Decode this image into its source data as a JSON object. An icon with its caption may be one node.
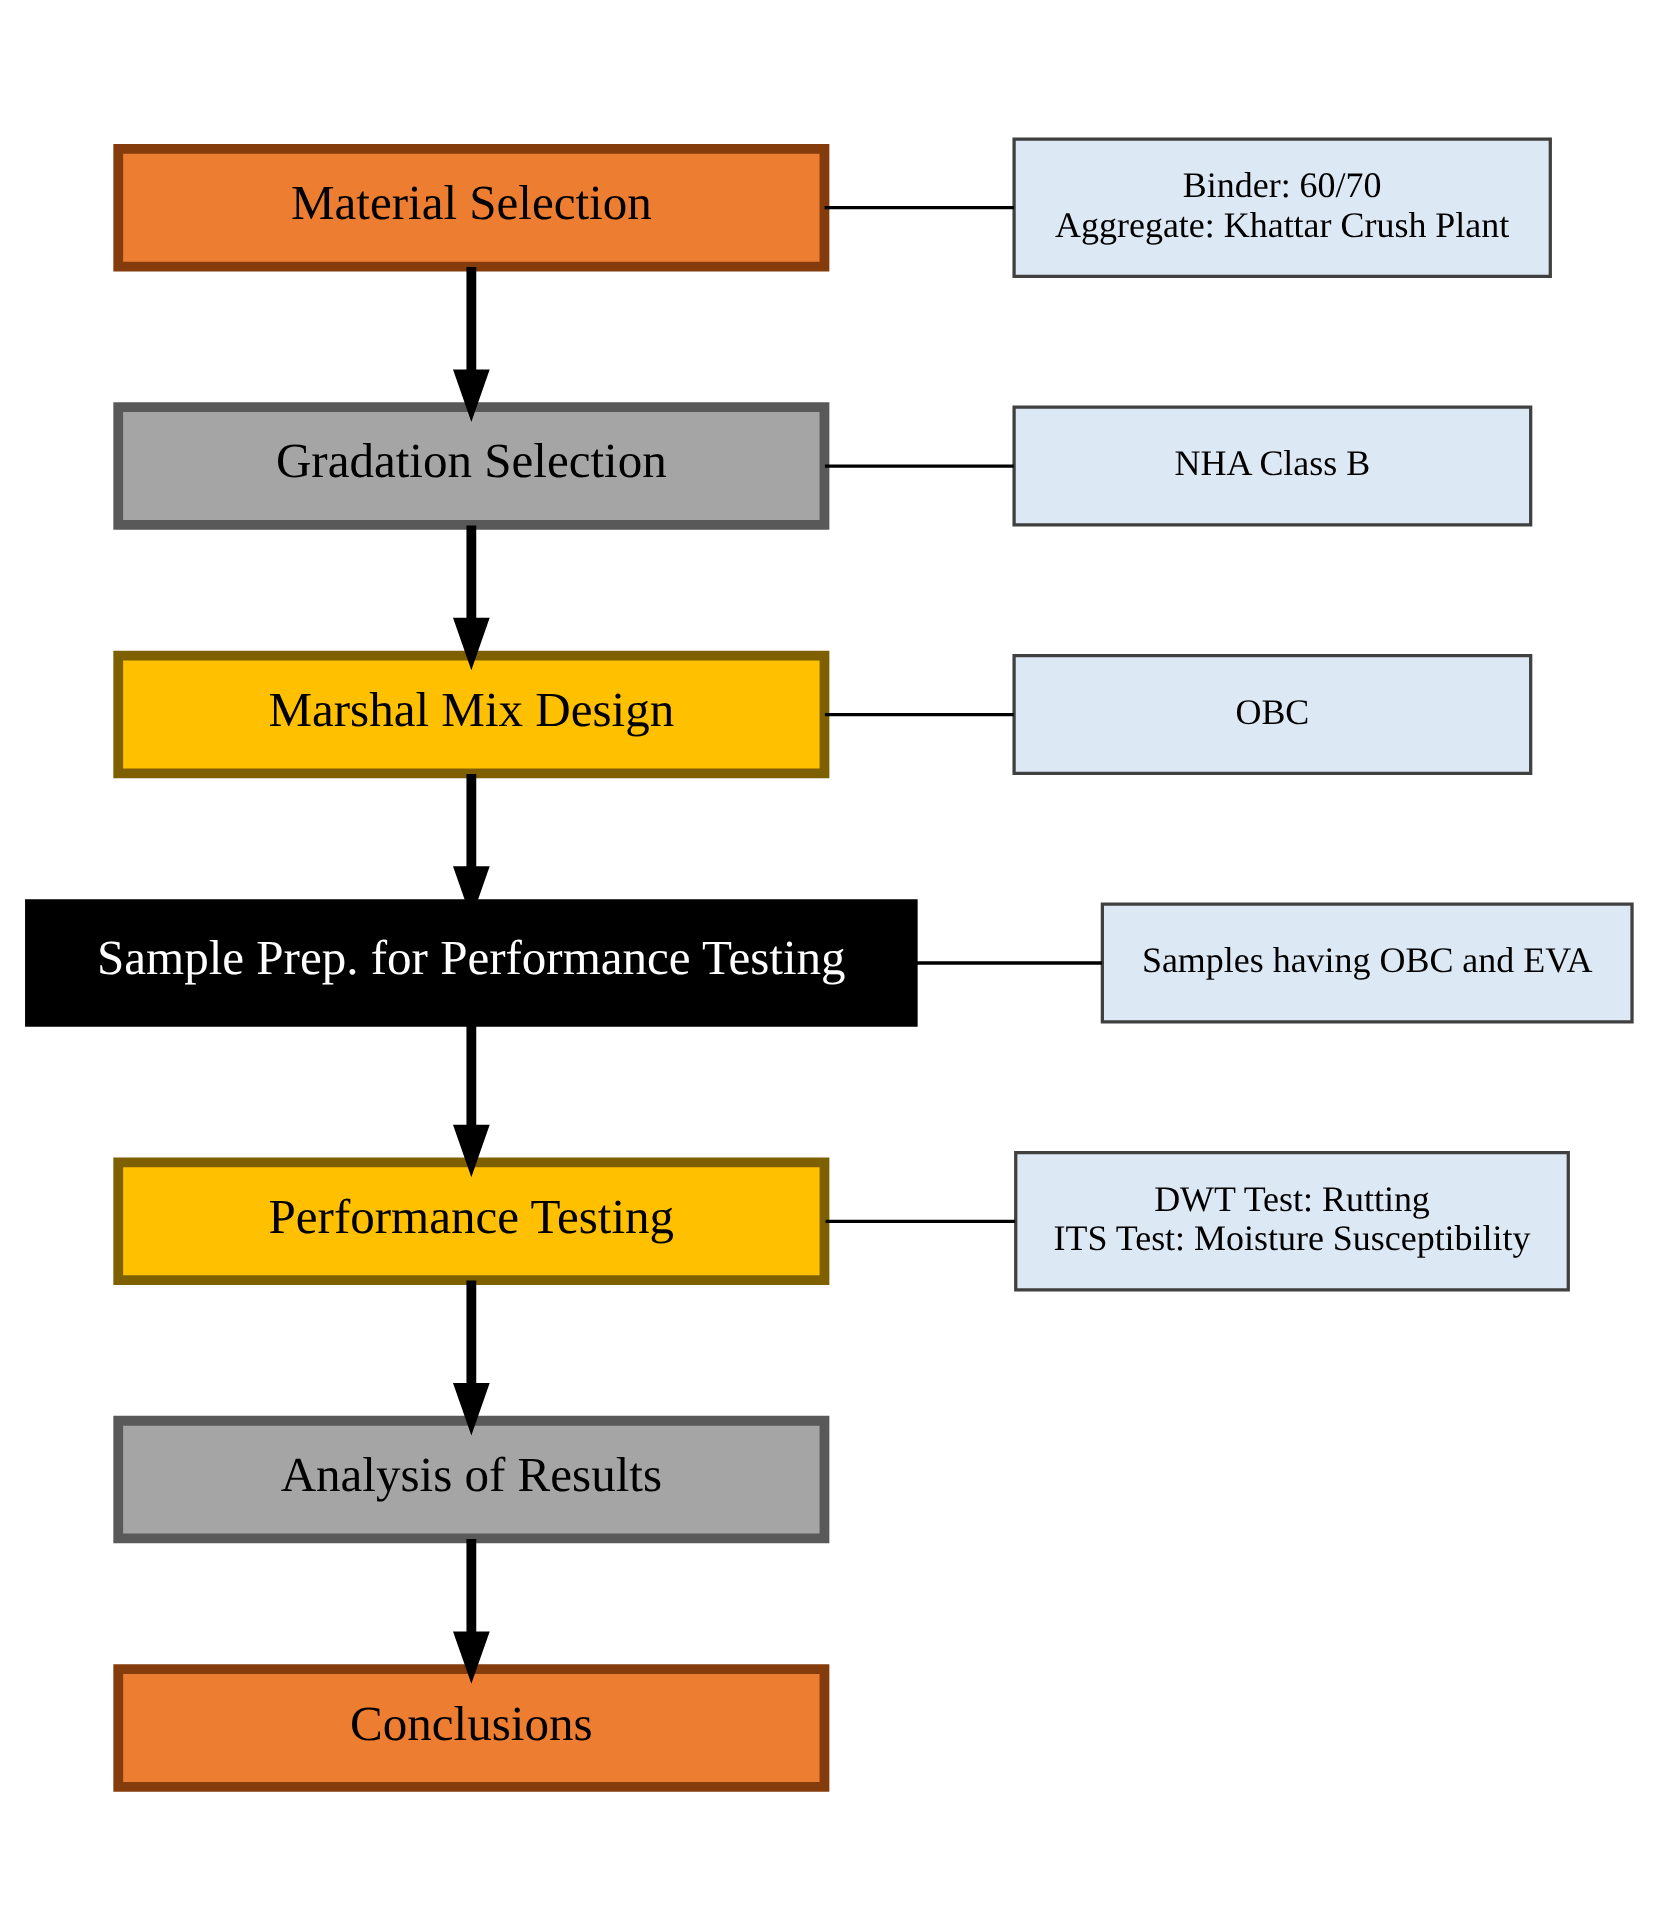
{
  "diagram": {
    "nodes": [
      {
        "text": [
          "Material Selection"
        ]
      },
      {
        "text": [
          "Binder: 60/70",
          "Aggregate: Khattar Crush Plant"
        ]
      },
      {
        "text": [
          "Gradation Selection"
        ]
      },
      {
        "text": [
          "NHA Class B"
        ]
      },
      {
        "text": [
          "Marshal Mix Design"
        ]
      },
      {
        "text": [
          "OBC"
        ]
      },
      {
        "text": [
          "Sample Prep. for Performance Testing"
        ]
      },
      {
        "text": [
          "Samples having OBC and EVA"
        ]
      },
      {
        "text": [
          "Performance Testing"
        ]
      },
      {
        "text": [
          "DWT Test: Rutting",
          "ITS Test: Moisture Susceptibility"
        ]
      },
      {
        "text": [
          "Analysis of Results"
        ]
      },
      {
        "text": [
          "Conclusions"
        ]
      }
    ],
    "edges": [
      {
        "from": 0,
        "to": 2,
        "arrow": "to"
      },
      {
        "from": 2,
        "to": 4,
        "arrow": "to"
      },
      {
        "from": 4,
        "to": 6,
        "arrow": "to"
      },
      {
        "from": 6,
        "to": 8,
        "arrow": "to"
      },
      {
        "from": 8,
        "to": 10,
        "arrow": "to"
      },
      {
        "from": 10,
        "to": 11,
        "arrow": "to"
      },
      {
        "from": 0,
        "to": 1,
        "arrow": "none"
      },
      {
        "from": 2,
        "to": 3,
        "arrow": "none"
      },
      {
        "from": 4,
        "to": 5,
        "arrow": "none"
      },
      {
        "from": 6,
        "to": 7,
        "arrow": "none"
      },
      {
        "from": 8,
        "to": 9,
        "arrow": "none"
      }
    ]
  }
}
